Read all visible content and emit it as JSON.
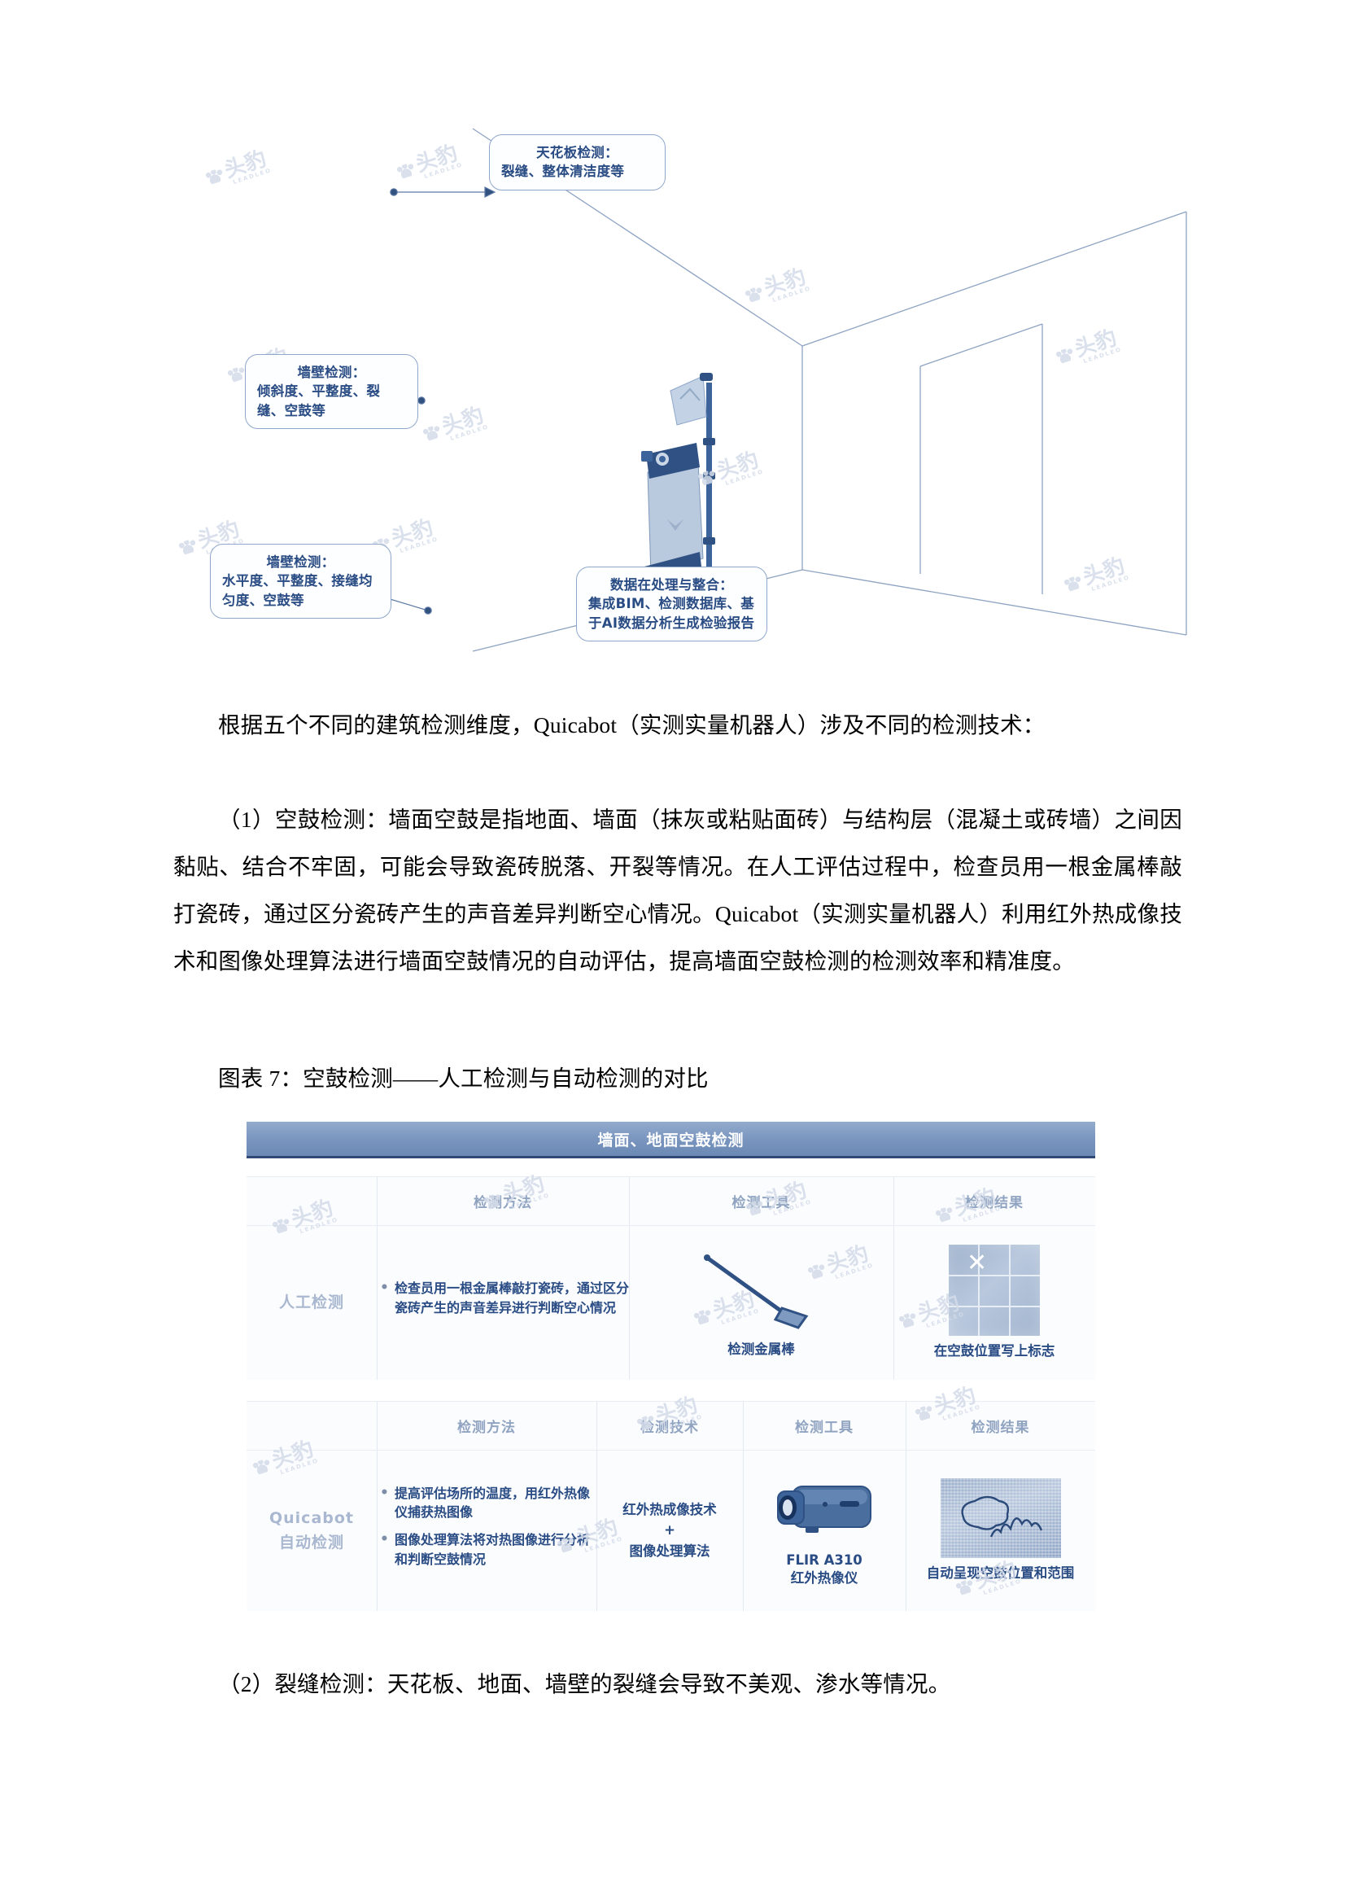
{
  "figure1": {
    "name": "building-inspection-room-diagram",
    "callouts": [
      {
        "id": "ceiling",
        "title": "天花板检测：",
        "body": "裂缝、整体清洁度等"
      },
      {
        "id": "wall-upper",
        "title": "墙壁检测：",
        "body": "倾斜度、平整度、裂缝、空鼓等"
      },
      {
        "id": "wall-lower",
        "title": "墙壁检测：",
        "body": "水平度、平整度、接缝均匀度、空鼓等"
      },
      {
        "id": "data",
        "title": "数据在处理与整合：",
        "body": "集成BIM、检测数据库、基于AI数据分析生成检验报告"
      }
    ],
    "watermark": {
      "glyph": "头豹",
      "sub": "LEADLEO"
    }
  },
  "body": {
    "intro": "根据五个不同的建筑检测维度，Quicabot（实测实量机器人）涉及不同的检测技术：",
    "item_one": "（1）空鼓检测：墙面空鼓是指地面、墙面（抹灰或粘贴面砖）与结构层（混凝土或砖墙）之间因黏贴、结合不牢固，可能会导致瓷砖脱落、开裂等情况。在人工评估过程中，检查员用一根金属棒敲打瓷砖，通过区分瓷砖产生的声音差异判断空心情况。Quicabot（实测实量机器人）利用红外热成像技术和图像处理算法进行墙面空鼓情况的自动评估，提高墙面空鼓检测的检测效率和精准度。",
    "figure_caption": "图表 7：空鼓检测——人工检测与自动检测的对比",
    "item_two": "（2）裂缝检测：天花板、地面、墙壁的裂缝会导致不美观、渗水等情况。"
  },
  "figure2": {
    "name": "hollow-drum-detection-comparison",
    "banner": "墙面、地面空鼓检测",
    "manual": {
      "row_label": "人工检测",
      "headers": [
        "检测方法",
        "检测工具",
        "检测结果"
      ],
      "method_bullets": [
        "检查员用一根金属棒敲打瓷砖，通过区分瓷砖产生的声音差异进行判断空心情况"
      ],
      "tool_caption": "检测金属棒",
      "tool_icon": "metal-rod-icon",
      "result_caption": "在空鼓位置写上标志",
      "result_icon": "tile-grid-with-x-mark"
    },
    "auto": {
      "row_label_line1": "Quicabot",
      "row_label_line2": "自动检测",
      "headers": [
        "检测方法",
        "检测技术",
        "检测工具",
        "检测结果"
      ],
      "method_bullets": [
        "提高评估场所的温度，用红外热像仪捕获热图像",
        "图像处理算法将对热图像进行分析和判断空鼓情况"
      ],
      "tech_line1": "红外热成像技术",
      "tech_plus": "+",
      "tech_line2": "图像处理算法",
      "tool_caption_line1": "FLIR A310",
      "tool_caption_line2": "红外热像仪",
      "tool_icon": "thermal-camera-icon",
      "result_caption": "自动呈现空鼓位置和范围",
      "result_icon": "thermal-map-contour"
    }
  },
  "colors": {
    "accent_blue": "#2a4c84",
    "banner_blue": "#7a96bf",
    "banner_border": "#2f4a77",
    "muted_label": "#a9b8d0",
    "callout_border": "#8fa7cb",
    "watermark": "#d4dce9",
    "robot_dark": "#2f5183",
    "robot_light": "#b9c9de"
  }
}
